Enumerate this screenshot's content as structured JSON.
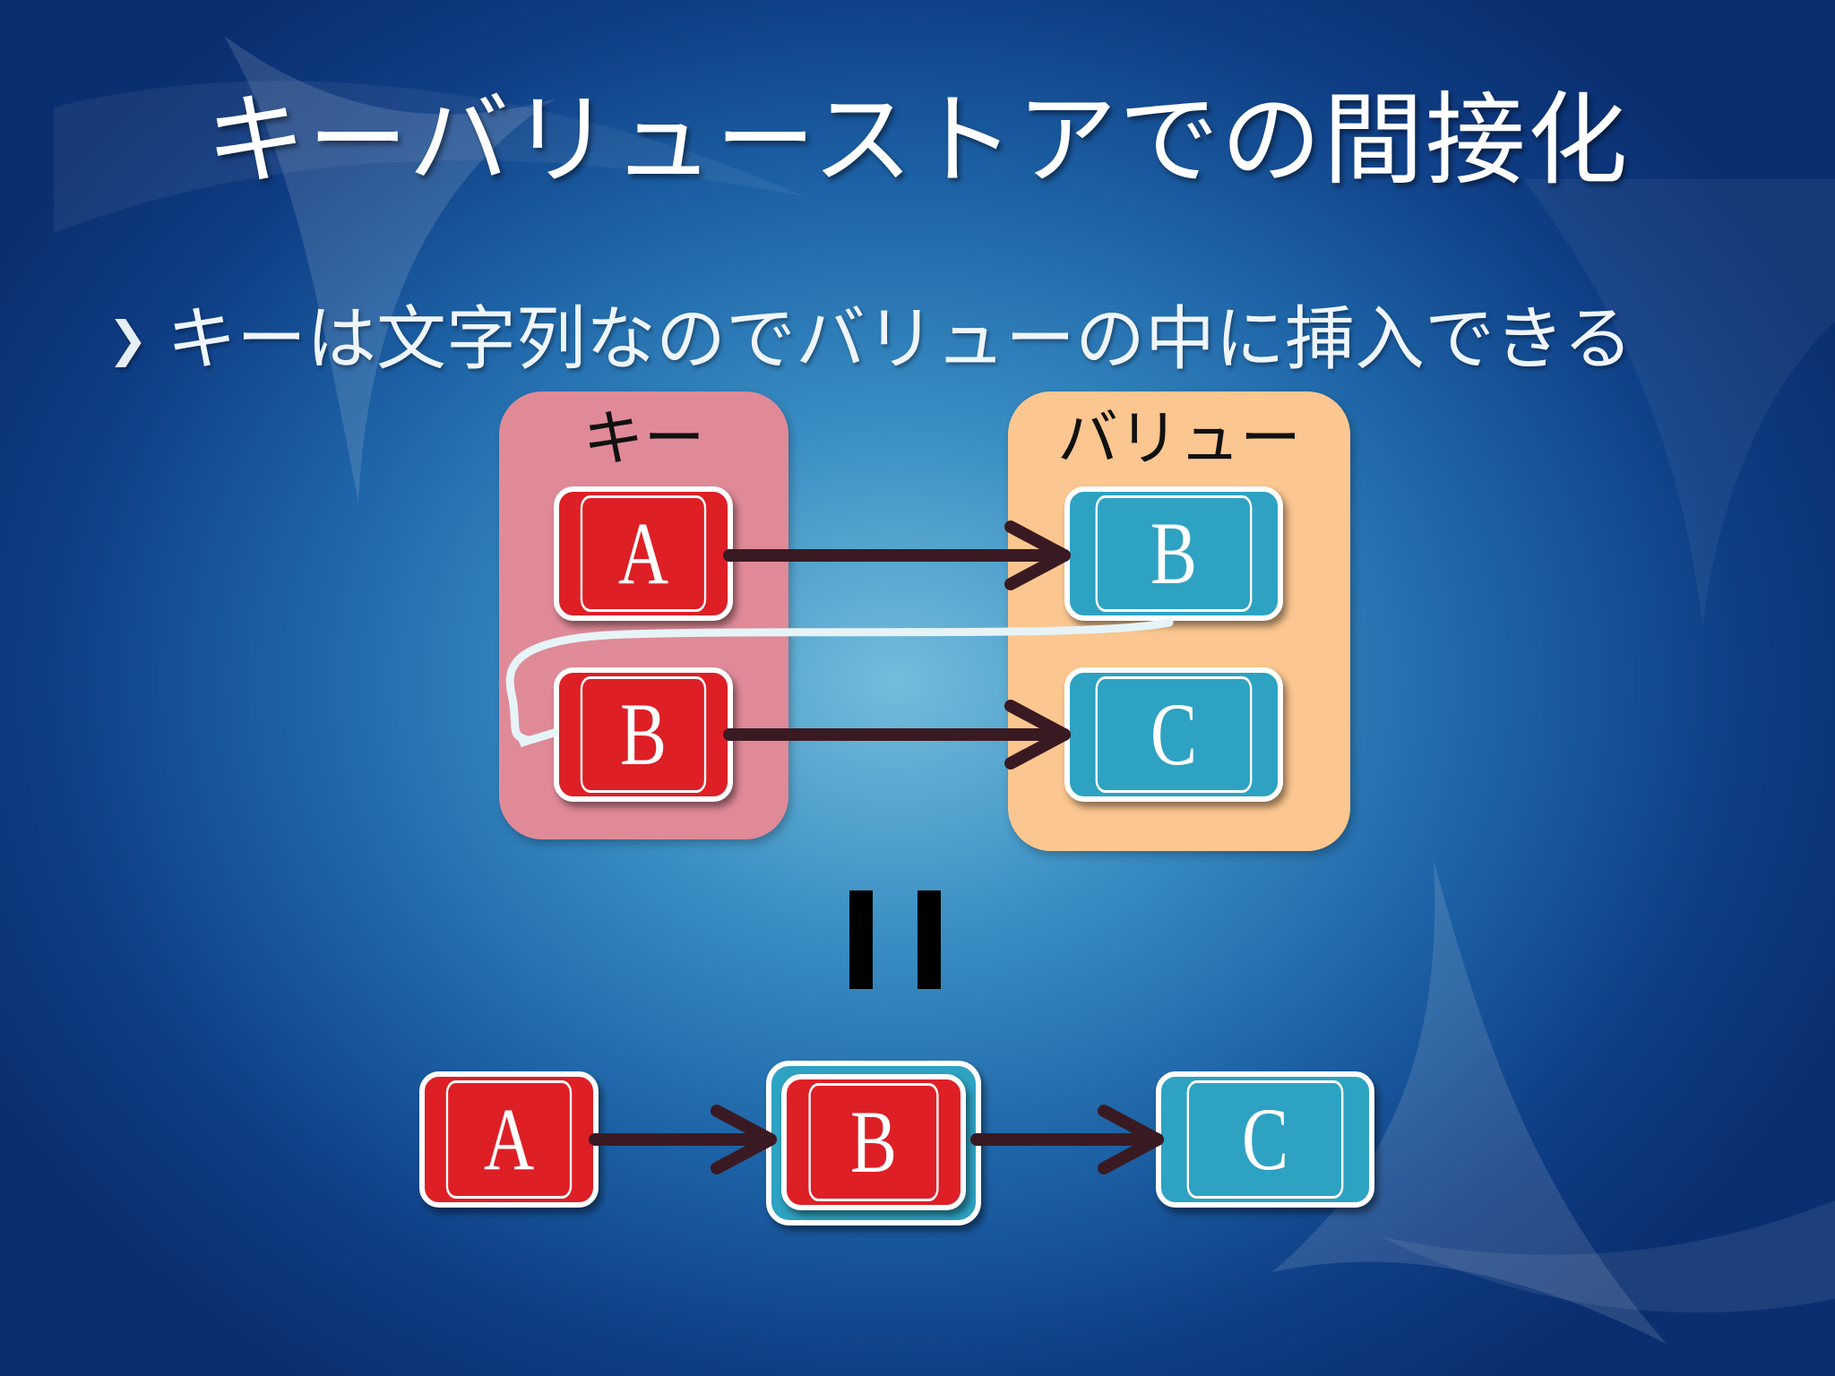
{
  "slide": {
    "title": "キーバリューストアでの間接化",
    "bullet": {
      "marker": "❯",
      "text": "キーは文字列なのでバリューの中に挿入できる"
    }
  },
  "diagram": {
    "key_group": {
      "label": "キー",
      "items": [
        "A",
        "B"
      ]
    },
    "value_group": {
      "label": "バリュー",
      "items": [
        "B",
        "C"
      ]
    },
    "equivalence": "=",
    "chain": [
      "A",
      "B",
      "C"
    ]
  },
  "colors": {
    "key_node": "#de1f26",
    "value_node": "#2ea2c2",
    "key_group": "#e08a98",
    "value_group": "#fbc68f",
    "arrow": "#3a1a22",
    "loop_arrow": "#e6f4f8"
  }
}
